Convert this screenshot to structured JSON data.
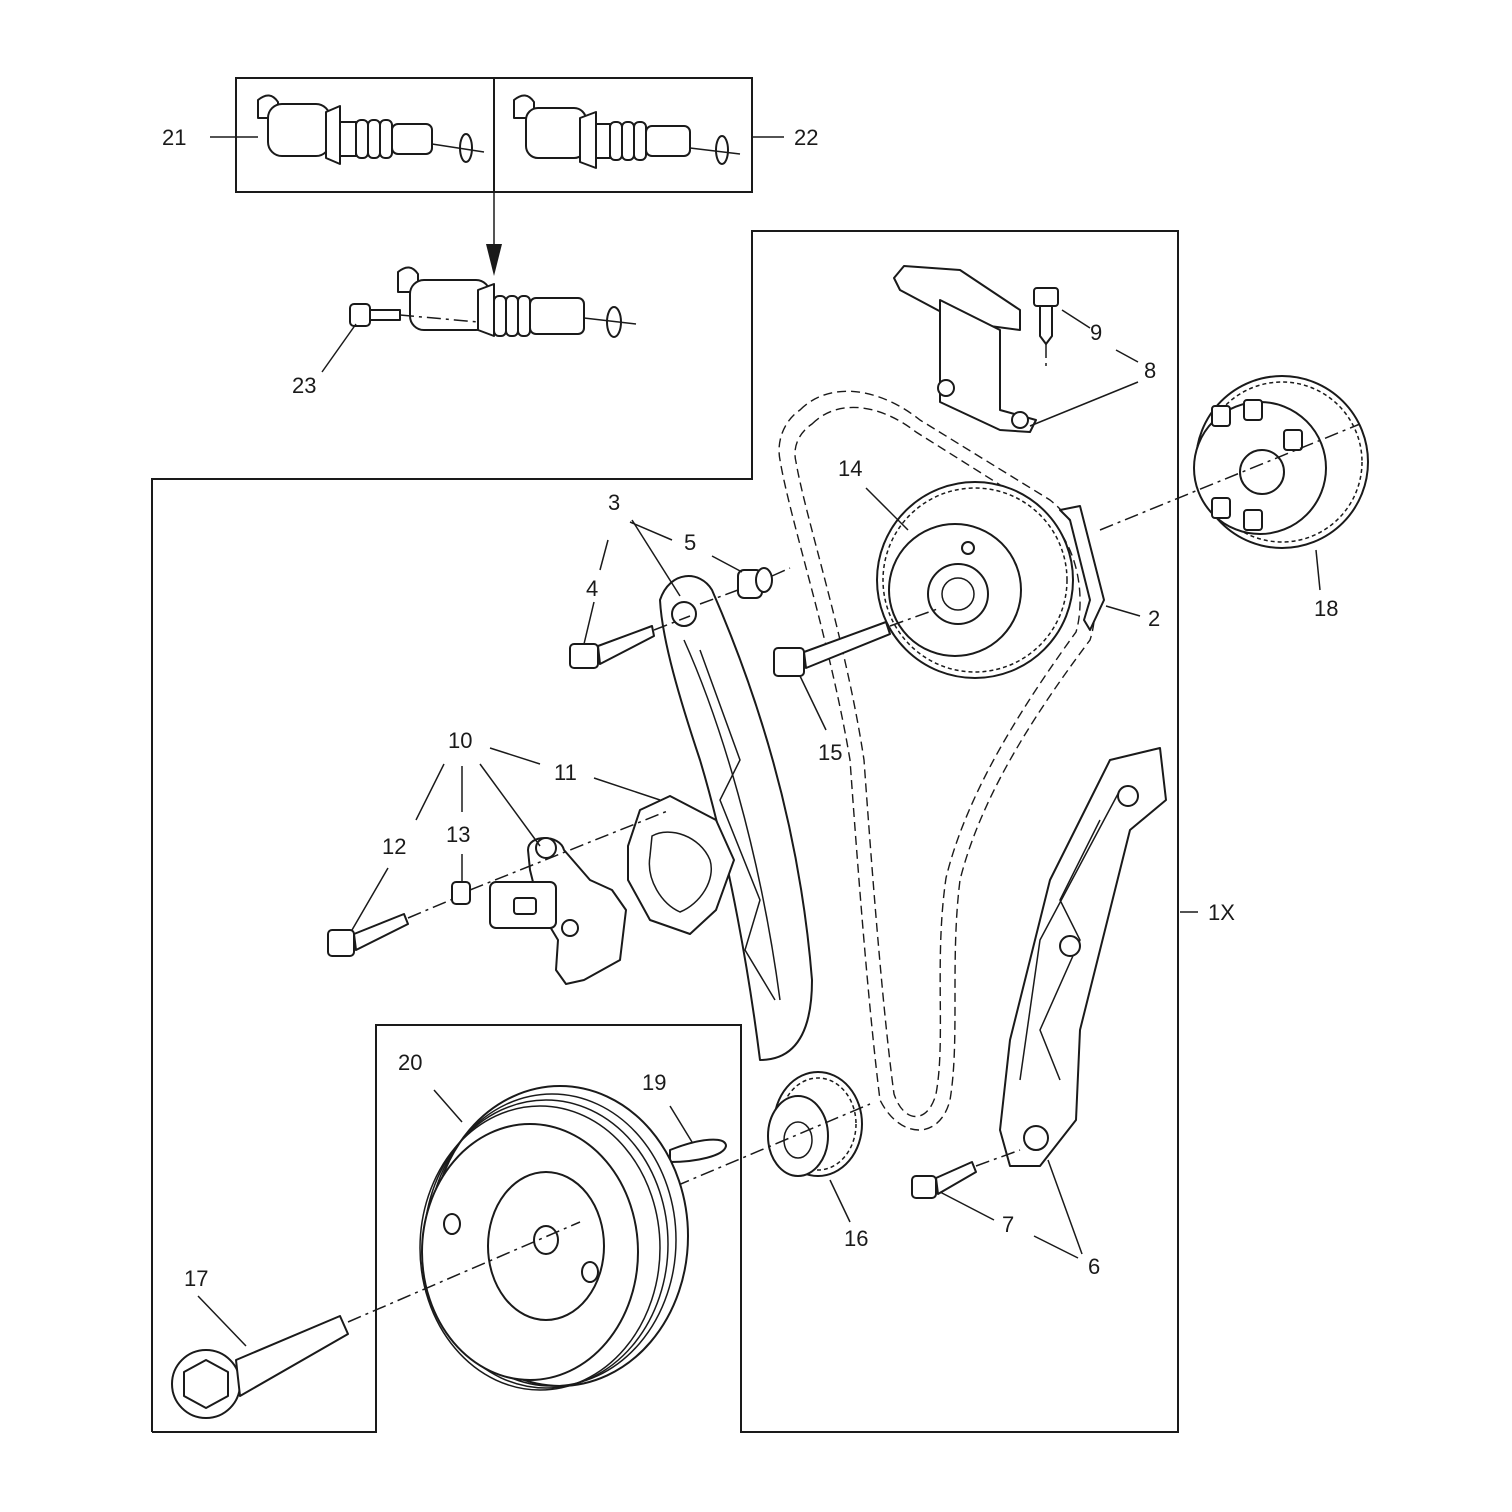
{
  "callouts": {
    "c1X": "1X",
    "c2": "2",
    "c3": "3",
    "c4": "4",
    "c5": "5",
    "c6": "6",
    "c7": "7",
    "c8": "8",
    "c9": "9",
    "c10": "10",
    "c11": "11",
    "c12": "12",
    "c13": "13",
    "c14": "14",
    "c15": "15",
    "c16": "16",
    "c17": "17",
    "c18": "18",
    "c19": "19",
    "c20": "20",
    "c21": "21",
    "c22": "22",
    "c23": "23"
  }
}
